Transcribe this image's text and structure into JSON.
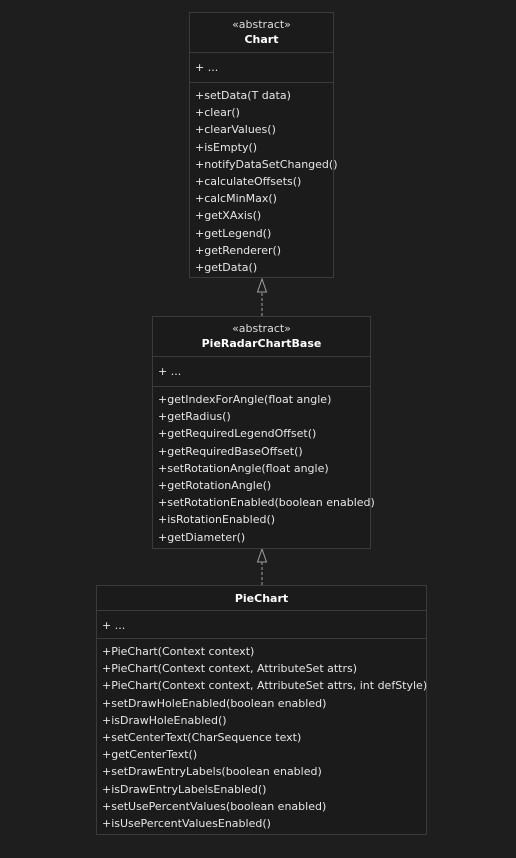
{
  "classes": {
    "chart": {
      "stereotype": "«abstract»",
      "name": "Chart",
      "attributes": "+ ...",
      "operations": [
        "+setData(T data)",
        "+clear()",
        "+clearValues()",
        "+isEmpty()",
        "+notifyDataSetChanged()",
        "+calculateOffsets()",
        "+calcMinMax()",
        "+getXAxis()",
        "+getLegend()",
        "+getRenderer()",
        "+getData()"
      ]
    },
    "pie_radar": {
      "stereotype": "«abstract»",
      "name": "PieRadarChartBase",
      "attributes": "+ ...",
      "operations": [
        "+getIndexForAngle(float angle)",
        "+getRadius()",
        "+getRequiredLegendOffset()",
        "+getRequiredBaseOffset()",
        "+setRotationAngle(float angle)",
        "+getRotationAngle()",
        "+setRotationEnabled(boolean enabled)",
        "+isRotationEnabled()",
        "+getDiameter()"
      ]
    },
    "pie_chart": {
      "name": "PieChart",
      "attributes": "+ ...",
      "operations": [
        "+PieChart(Context context)",
        "+PieChart(Context context, AttributeSet attrs)",
        "+PieChart(Context context, AttributeSet attrs, int defStyle)",
        "+setDrawHoleEnabled(boolean enabled)",
        "+isDrawHoleEnabled()",
        "+setCenterText(CharSequence text)",
        "+getCenterText()",
        "+setDrawEntryLabels(boolean enabled)",
        "+isDrawEntryLabelsEnabled()",
        "+setUsePercentValues(boolean enabled)",
        "+isUsePercentValuesEnabled()"
      ]
    }
  },
  "colors": {
    "background": "#1e1e1e",
    "box_fill": "#1b1b1b",
    "border": "#3b3b3b",
    "text": "#e6e6e6",
    "connector": "#a0a0a0"
  }
}
